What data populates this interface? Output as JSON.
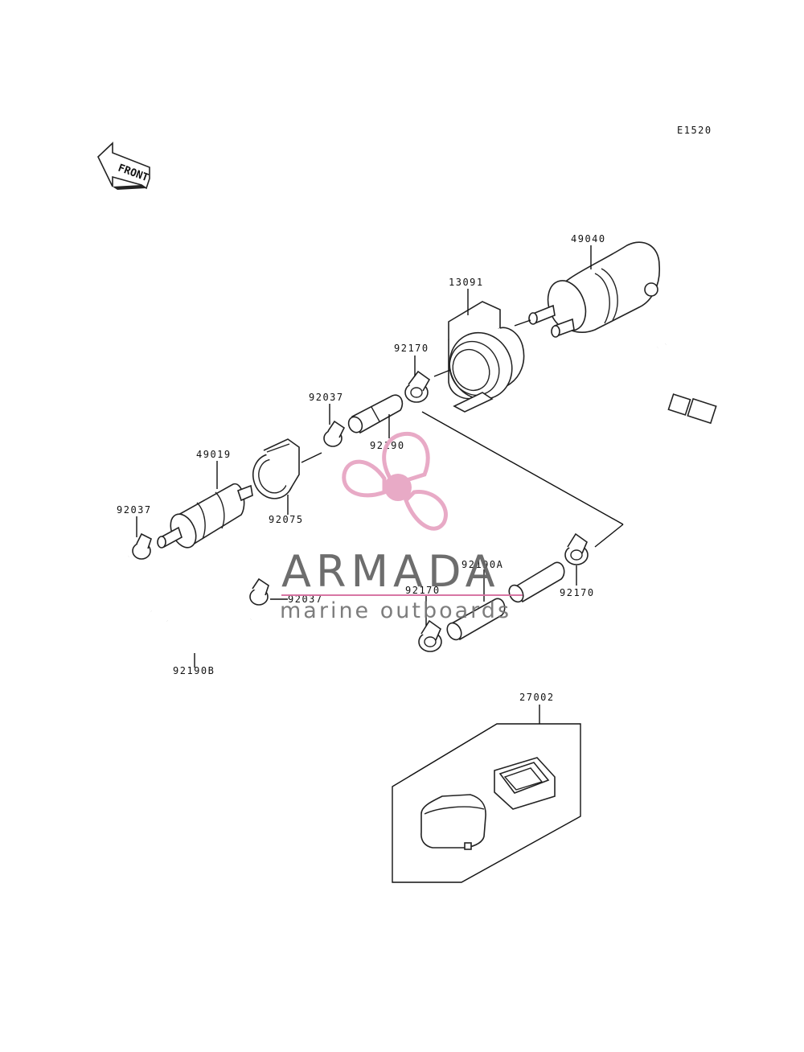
{
  "diagram_code": "E1520",
  "front_label": "FRONT",
  "parts": {
    "p49040": "49040",
    "p13091": "13091",
    "p92170_top": "92170",
    "p92037_top": "92037",
    "p92190": "92190",
    "p49019": "49019",
    "p92075": "92075",
    "p92037_left": "92037",
    "p92037_mid": "92037",
    "p92190B": "92190B",
    "p92190A": "92190A",
    "p92170_bottom": "92170",
    "p92170_right": "92170",
    "p27002": "27002"
  },
  "watermark": {
    "brand": "ARMADA",
    "tagline": "marine outboards",
    "colors": {
      "propeller": "#e7a6c4",
      "text": "#666666",
      "underline": "#d66fa0"
    }
  }
}
